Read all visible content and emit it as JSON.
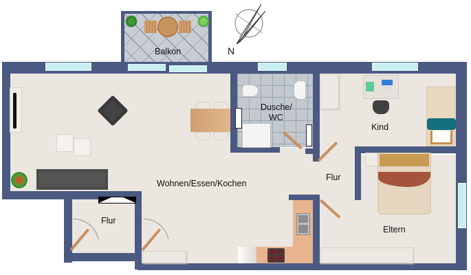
{
  "plan": {
    "rooms": [
      {
        "id": "balkon",
        "label": "Balkon"
      },
      {
        "id": "wohnen",
        "label": "Wohnen/Essen/Kochen"
      },
      {
        "id": "bad",
        "label": "Dusche/\nWC",
        "line1": "Dusche/",
        "line2": "WC"
      },
      {
        "id": "kind",
        "label": "Kind"
      },
      {
        "id": "flur_rechts",
        "label": "Flur"
      },
      {
        "id": "flur_links",
        "label": "Flur"
      },
      {
        "id": "eltern",
        "label": "Eltern"
      }
    ],
    "compass": {
      "label": "N"
    },
    "colors": {
      "wall": "#4a5a82",
      "floor": "#ebe6df",
      "window": "#c9eef2",
      "tile": "#c3c8cf",
      "kitchen": "#e8b48f",
      "table": "#d9a978",
      "sofa": "#555555"
    }
  }
}
